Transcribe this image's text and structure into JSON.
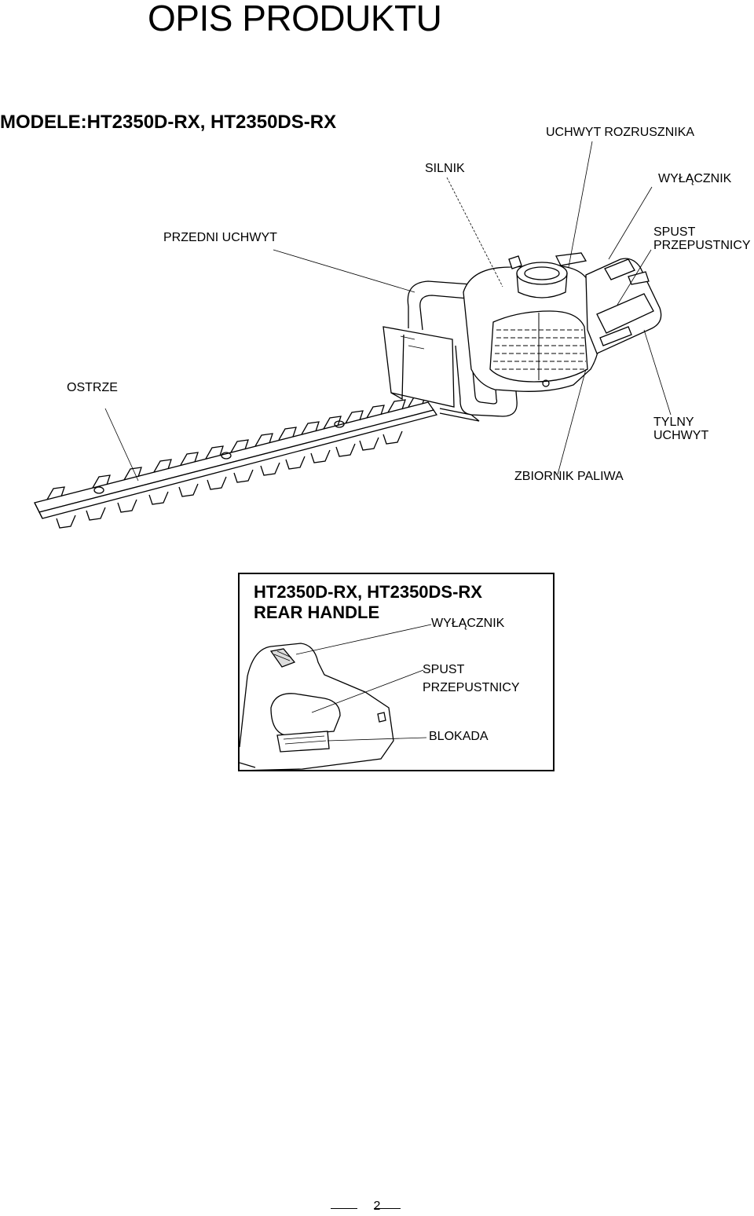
{
  "header": {
    "title": "OPIS PRODUKTU",
    "models": "MODELE:HT2350D-RX, HT2350DS-RX"
  },
  "main_figure": {
    "labels": {
      "starter_handle": "UCHWYT ROZRUSZNIKA",
      "engine": "SILNIK",
      "switch": "WYŁĄCZNIK",
      "front_handle": "PRZEDNI UCHWYT",
      "throttle_line1": "SPUST",
      "throttle_line2": "PRZEPUSTNICY",
      "blade": "OSTRZE",
      "rear_handle_line1": "TYLNY",
      "rear_handle_line2": "UCHWYT",
      "fuel_tank": "ZBIORNIK PALIWA"
    }
  },
  "inset": {
    "title_line1": "HT2350D-RX, HT2350DS-RX",
    "title_line2": "REAR HANDLE",
    "labels": {
      "switch": "WYŁĄCZNIK",
      "throttle_line1": "SPUST",
      "throttle_line2": "PRZEPUSTNICY",
      "lock": "BLOKADA"
    }
  },
  "footer": {
    "page_number": "2"
  }
}
